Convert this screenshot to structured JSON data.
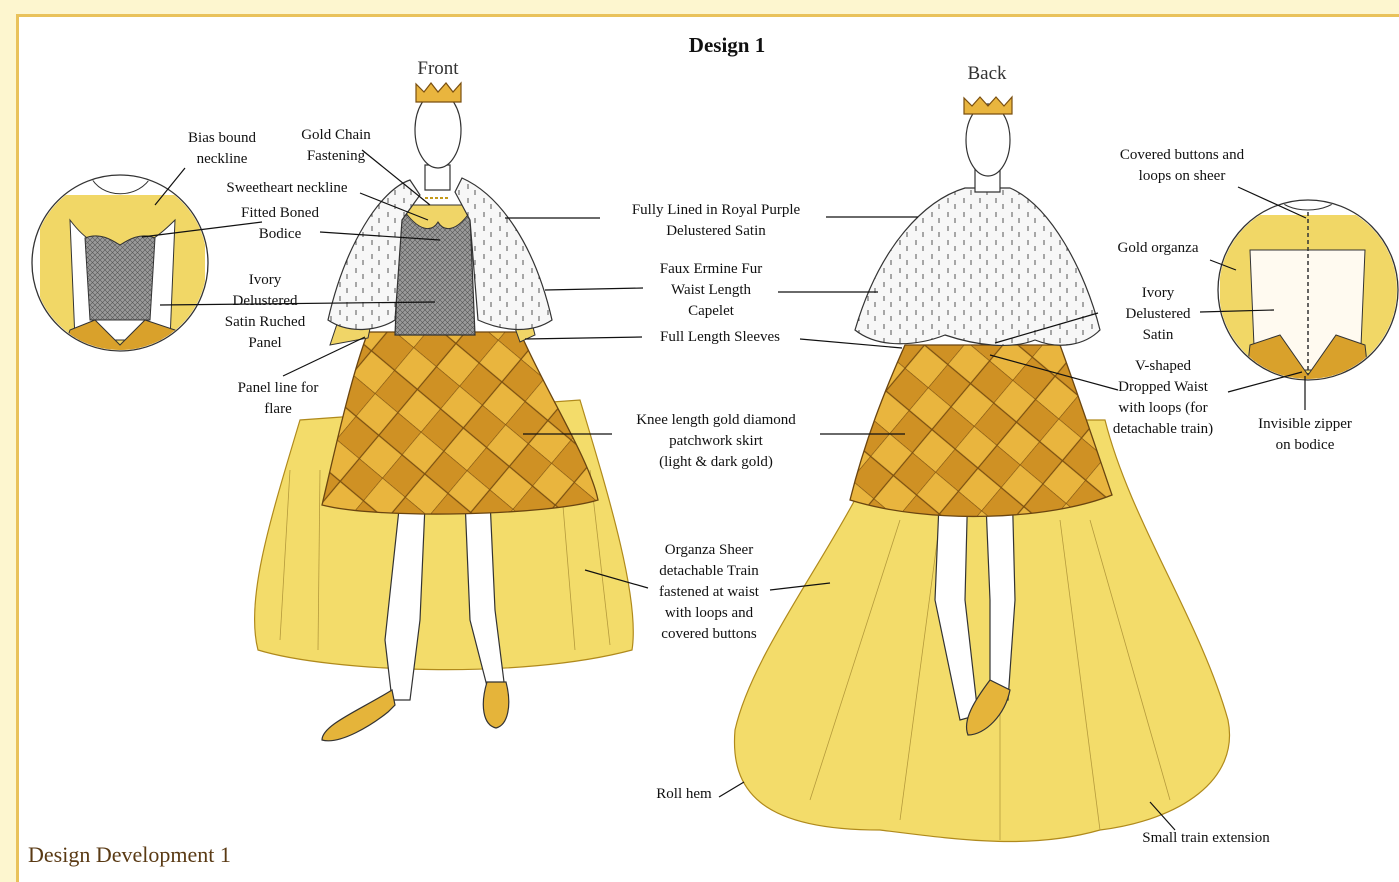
{
  "title": "Design 1",
  "views": {
    "front": "Front",
    "back": "Back"
  },
  "footer": "Design Development 1",
  "colors": {
    "gold_light": "#f2d255",
    "gold_dark": "#d9a12b",
    "sheer_gold": "#f5e07d",
    "fur_white": "#f7f7f7",
    "bodice_grey": "#8a8a8a",
    "page_border": "#e9c25b"
  },
  "annotations": {
    "bias_bound": "Bias bound\nneckline",
    "gold_chain": "Gold Chain\nFastening",
    "sweetheart": "Sweetheart neckline",
    "fitted_bodice": "Fitted Boned\nBodice",
    "ivory_ruched": "Ivory\nDelustered\nSatin Ruched\nPanel",
    "panel_line": "Panel line for\nflare",
    "fully_lined": "Fully Lined in Royal Purple\nDelustered Satin",
    "faux_ermine": "Faux Ermine Fur\nWaist Length\nCapelet",
    "full_sleeves": "Full Length Sleeves",
    "knee_skirt": "Knee length gold diamond\npatchwork skirt\n(light & dark gold)",
    "organza_train": "Organza Sheer\ndetachable Train\nfastened at waist\nwith loops and\ncovered buttons",
    "roll_hem": "Roll hem",
    "covered_buttons": "Covered buttons and\nloops on sheer",
    "gold_organza": "Gold organza",
    "ivory_satin": "Ivory\nDelustered\nSatin",
    "v_waist": "V-shaped\nDropped Waist\nwith loops (for\ndetachable train)",
    "invisible_zipper": "Invisible zipper\non bodice",
    "small_train": "Small train extension"
  }
}
